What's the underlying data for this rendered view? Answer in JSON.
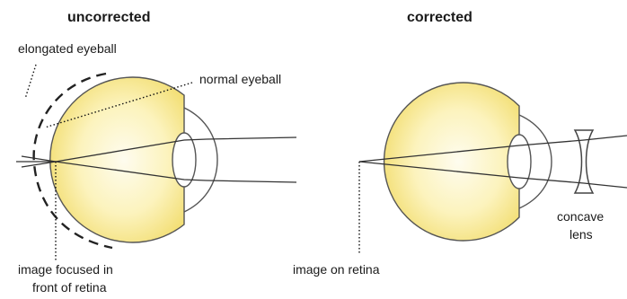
{
  "headings": {
    "left": "uncorrected",
    "right": "corrected"
  },
  "labels": {
    "elongated_eyeball": "elongated eyeball",
    "normal_eyeball": "normal eyeball",
    "focus_front_line1": "image focused in",
    "focus_front_line2": "front of retina",
    "image_on_retina": "image on retina",
    "concave_line1": "concave",
    "concave_line2": "lens"
  },
  "colors": {
    "eyeball_fill": "#fdf6c9",
    "eyeball_fill_edge": "#f4e07a",
    "outline": "#555555",
    "text": "#1a1a1a"
  }
}
